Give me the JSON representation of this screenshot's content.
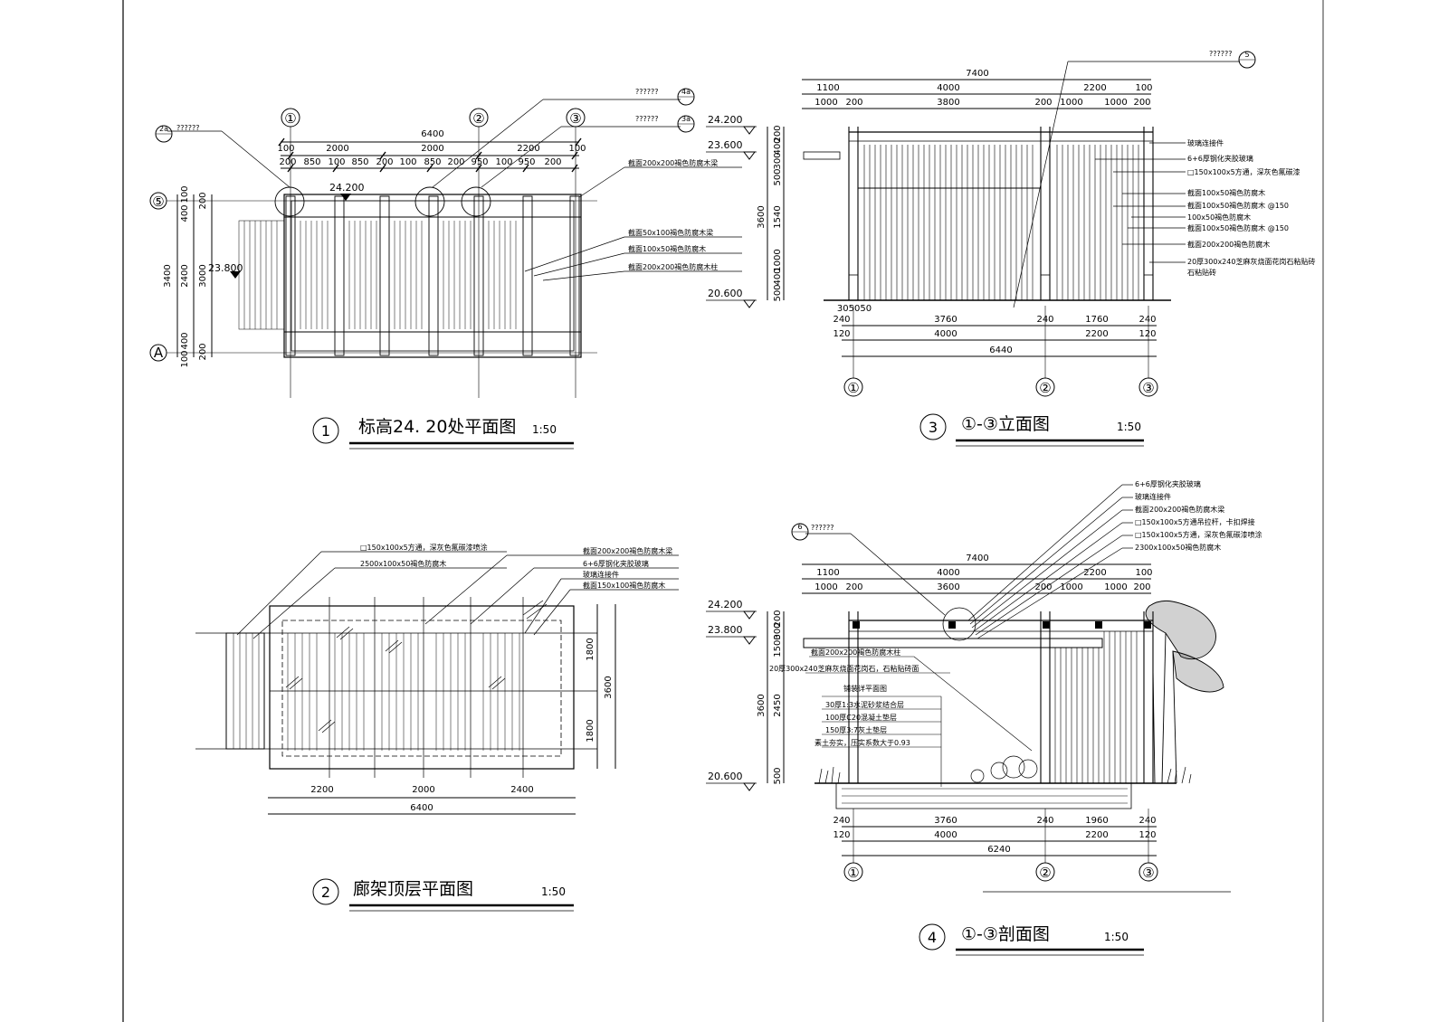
{
  "colors": {
    "ink": "#000000",
    "paper": "#ffffff"
  },
  "views": [
    {
      "number": "1",
      "title": "标高24. 20处平面图",
      "scale": "1:50"
    },
    {
      "number": "2",
      "title": "廊架顶层平面图",
      "scale": "1:50"
    },
    {
      "number": "3",
      "title": "①-③立面图",
      "scale": "1:50"
    },
    {
      "number": "4",
      "title": "①-③剖面图",
      "scale": "1:50"
    }
  ],
  "detail_refs": [
    "??????",
    "??????",
    "??????",
    "??????",
    "??????"
  ],
  "detail_marks": [
    "2a",
    "4a",
    "3a",
    "5",
    "6"
  ],
  "plan1": {
    "grid_cols": [
      "①",
      "②",
      "③"
    ],
    "grid_rows": [
      "⑤",
      "A"
    ],
    "top_total": "6400",
    "top_mid": [
      "100",
      "2000",
      "2000",
      "2200",
      "100"
    ],
    "top_fine": [
      "200",
      "850",
      "100",
      "850",
      "200",
      "100",
      "850",
      "200",
      "950",
      "100",
      "950",
      "200"
    ],
    "left_outer": "3400",
    "left_mid": [
      "100",
      "2400",
      "100"
    ],
    "left_mid_top": "400",
    "left_mid_bot": "400",
    "left_inner": [
      "200",
      "3000",
      "200"
    ],
    "level_top": "24.200",
    "level_left": "23.800",
    "notes": [
      "截面200x200褐色防腐木梁",
      "截面50x100褐色防腐木梁",
      "截面100x50褐色防腐木",
      "截面200x200褐色防腐木柱"
    ]
  },
  "plan2": {
    "bottom_dims": [
      "2200",
      "2000",
      "2400"
    ],
    "bottom_total": "6400",
    "right_dims": [
      "1800",
      "1800"
    ],
    "right_total": "3600",
    "notes_left": [
      "□150x100x5方通，深灰色氟碳漆喷涂",
      "2500x100x50褐色防腐木"
    ],
    "notes_right": [
      "截面200x200褐色防腐木梁",
      "6+6厚钢化夹胶玻璃",
      "玻璃连接件",
      "截面150x100褐色防腐木"
    ]
  },
  "elev3": {
    "top_total": "7400",
    "top_mid": [
      "1100",
      "4000",
      "2200",
      "100"
    ],
    "top_fine": [
      "1000",
      "200",
      "3800",
      "200",
      "1000",
      "1000",
      "200"
    ],
    "levels": [
      "24.200",
      "23.600",
      "20.600"
    ],
    "left_dims": [
      "200",
      "400",
      "300",
      "500",
      "1540",
      "3600",
      "1000",
      "400",
      "500"
    ],
    "bottom_fine": [
      "240",
      "3760",
      "240",
      "1760",
      "240"
    ],
    "bottom_mid": [
      "120",
      "4000",
      "2200",
      "120"
    ],
    "bottom_small": "305050",
    "bottom_total": "6440",
    "grid": [
      "①",
      "②",
      "③"
    ],
    "notes": [
      "玻璃连接件",
      "6+6厚钢化夹胶玻璃",
      "□150x100x5方通，深灰色氟碳漆",
      "截面100x50褐色防腐木",
      "截面100x50褐色防腐木 @150",
      "100x50褐色防腐木",
      "截面100x50褐色防腐木 @150",
      "截面200x200褐色防腐木",
      "20厚300x240芝麻灰烧面花岗石粘贴砖",
      "石粘贴砖"
    ]
  },
  "sect4": {
    "top_total": "7400",
    "top_mid": [
      "1100",
      "4000",
      "2200",
      "100"
    ],
    "top_fine": [
      "1000",
      "200",
      "3600",
      "200",
      "1000",
      "1000",
      "200"
    ],
    "levels": [
      "24.200",
      "23.800",
      "20.600"
    ],
    "left_dims": [
      "200",
      "300",
      "1500",
      "2450",
      "3600",
      "500"
    ],
    "bottom_fine": [
      "240",
      "3760",
      "240",
      "1960",
      "240"
    ],
    "bottom_mid": [
      "120",
      "4000",
      "2200",
      "120"
    ],
    "bottom_total": "6240",
    "grid": [
      "①",
      "②",
      "③"
    ],
    "notes_top": [
      "6+6厚钢化夹胶玻璃",
      "玻璃连接件",
      "截面200x200褐色防腐木梁",
      "□150x100x5方通吊拉杆，卡扣焊接",
      "□150x100x5方通，深灰色氟碳漆喷涂",
      "2300x100x50褐色防腐木"
    ],
    "notes_left": [
      "截面200x200褐色防腐木柱",
      "20厚300x240芝麻灰烧面花岗石，石粘贴砖面",
      "铺装详平面图",
      "30厚1:3水泥砂浆结合层",
      "100厚C20混凝土垫层",
      "150厚3:7灰土垫层",
      "素土夯实，压实系数大于0.93"
    ]
  }
}
